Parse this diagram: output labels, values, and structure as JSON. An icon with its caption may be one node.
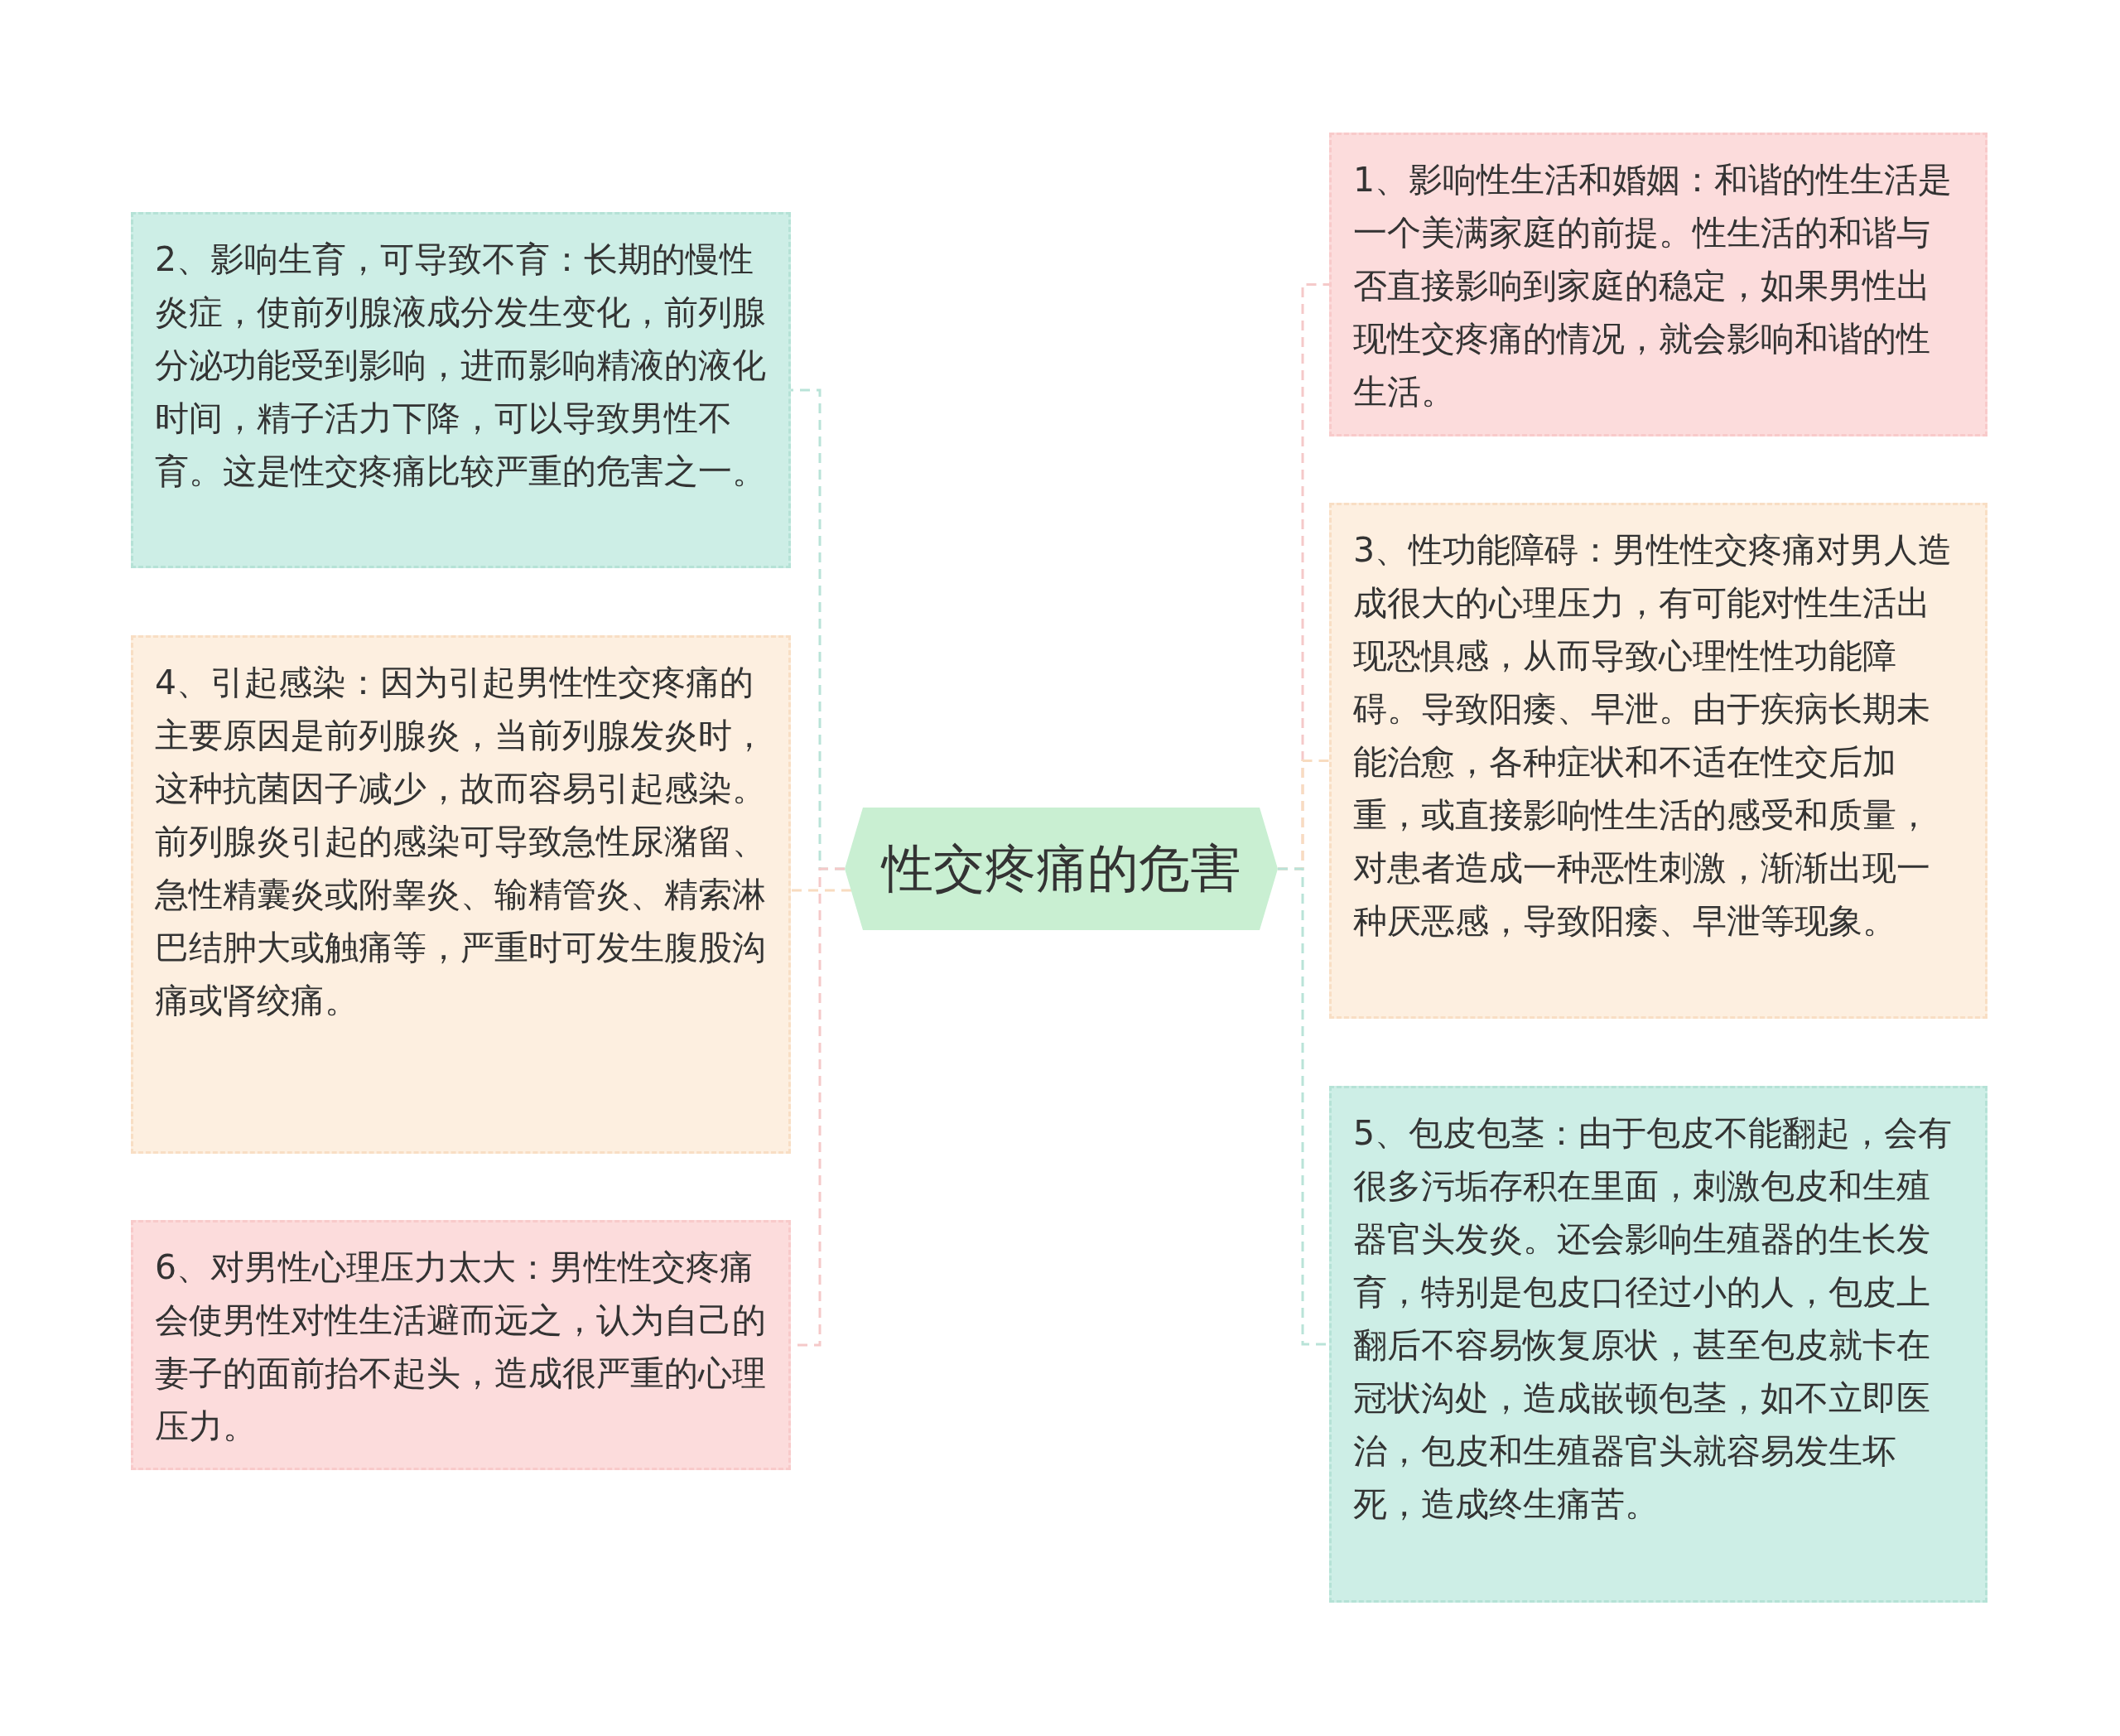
{
  "diagram": {
    "nodes": [
      {
        "text": [
          "性交疼痛的危害"
        ]
      },
      {
        "text": [
          "1、影响性生活和婚姻：和谐的性生活是一个美满家庭的前提。性生活的和谐与否直接影响到家庭的稳定，如果男性出现性交疼痛的情况，就会影响和谐的性生活。"
        ]
      },
      {
        "text": [
          "2、影响生育，可导致不育：长期的慢性炎症，使前列腺液成分发生变化，前列腺分泌功能受到影响，进而影响精液的液化时间，精子活力下降，可以导致男性不育。这是性交疼痛比较严重的危害之一。"
        ]
      },
      {
        "text": [
          "3、性功能障碍：男性性交疼痛对男人造成很大的心理压力，有可能对性生活出现恐惧感，从而导致心理性性功能障碍。导致阳痿、早泄。由于疾病长期未能治愈，各种症状和不适在性交后加重，或直接影响性生活的感受和质量，对患者造成一种恶性刺激，渐渐出现一种厌恶感，导致阳痿、早泄等现象。"
        ]
      },
      {
        "text": [
          "4、引起感染：因为引起男性性交疼痛的主要原因是前列腺炎，当前列腺发炎时，这种抗菌因子减少，故而容易引起感染。前列腺炎引起的感染可导致急性尿潴留、急性精囊炎或附睾炎、输精管炎、精索淋巴结肿大或触痛等，严重时可发生腹股沟痛或肾绞痛。"
        ]
      },
      {
        "text": [
          "5、包皮包茎：由于包皮不能翻起，会有很多污垢存积在里面，刺激包皮和生殖器官头发炎。还会影响生殖器的生长发育，特别是包皮口径过小的人，包皮上翻后不容易恢复原状，甚至包皮就卡在冠状沟处，造成嵌顿包茎，如不立即医治，包皮和生殖器官头就容易发生坏死，造成终生痛苦。"
        ]
      },
      {
        "text": [
          "6、对男性心理压力太大：男性性交疼痛会使男性对性生活避而远之，认为自己的妻子的面前抬不起头，造成很严重的心理压力。"
        ]
      }
    ],
    "edges": [
      {
        "from": 0,
        "to": 1,
        "arrow": "none",
        "style": "dashed",
        "color": "#f5c9c9"
      },
      {
        "from": 0,
        "to": 2,
        "arrow": "none",
        "style": "dashed",
        "color": "#b9e3d8"
      },
      {
        "from": 0,
        "to": 3,
        "arrow": "none",
        "style": "dashed",
        "color": "#f8dcc0"
      },
      {
        "from": 0,
        "to": 4,
        "arrow": "none",
        "style": "dashed",
        "color": "#f8dcc0"
      },
      {
        "from": 0,
        "to": 5,
        "arrow": "none",
        "style": "dashed",
        "color": "#b9e3d8"
      },
      {
        "from": 0,
        "to": 6,
        "arrow": "none",
        "style": "dashed",
        "color": "#f5c9c9"
      }
    ]
  }
}
